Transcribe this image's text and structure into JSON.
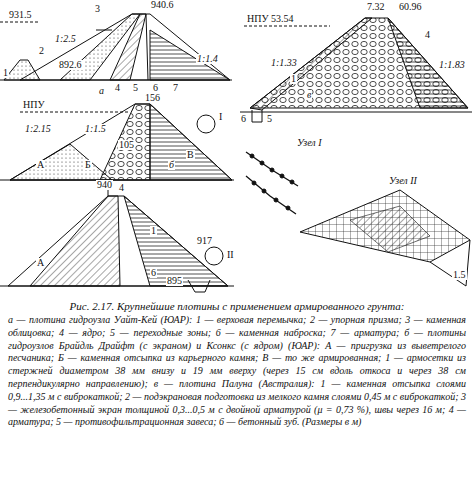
{
  "diagram": {
    "title": "Рис. 2.17. Крупнейшие плотины с применением армированного грунта:",
    "caption": "а — плотина гидроузла Уайт-Кей (ЮАР): 1 — верховая перемычка; 2 — упорная призма; 3 — каменная облицовка; 4 — ядро; 5 — переходные зоны; 6 — каменная наброска; 7 — арматура; б — плотины гидроузлов Брайдль Драйфт (с экраном) и Ксонкс (с ядром) (ЮАР): А — пригрузка из выветрелого песчаника; Б — каменная отсыпка из карьерного камня; В — то же армированная; 1 — армосетки из стержней диаметром 38 мм внизу и 19 мм вверху (через 15 см вдоль откоса и через 38 см перпендикулярно направлению); в — плотина Палуна (Австралия): 1 — каменная отсыпка слоями 0,9...1,35 м с виброкаткой; 2 — подэкрановая подготовка из мелкого камня слоями 0,45 м с виброкаткой; 3 — железобетонный экран толщиной 0,3...0,5 м с двойной арматурой (μ = 0,73 %), швы через 16 м; 4 — арматура; 5 — противофильтрационная завеса; 6 — бетонный зуб. (Размеры в м)",
    "labels": [
      "931.5",
      "940.6",
      "892.6",
      "1:2.5",
      "1:1.4",
      "1",
      "2",
      "3",
      "4",
      "5",
      "6",
      "7",
      "а",
      "НПУ",
      "156",
      "1:2.15",
      "1:1.5",
      "I",
      "105",
      "Б",
      "б",
      "В",
      "А",
      "4",
      "940",
      "1",
      "917",
      "II",
      "6",
      "895",
      "A",
      "НПУ 53.54",
      "7.32",
      "60.96",
      "1:1.33",
      "1:1.83",
      "1",
      "4",
      "6",
      "5",
      "в",
      "Узел I",
      "Узел II",
      "1.5"
    ]
  }
}
